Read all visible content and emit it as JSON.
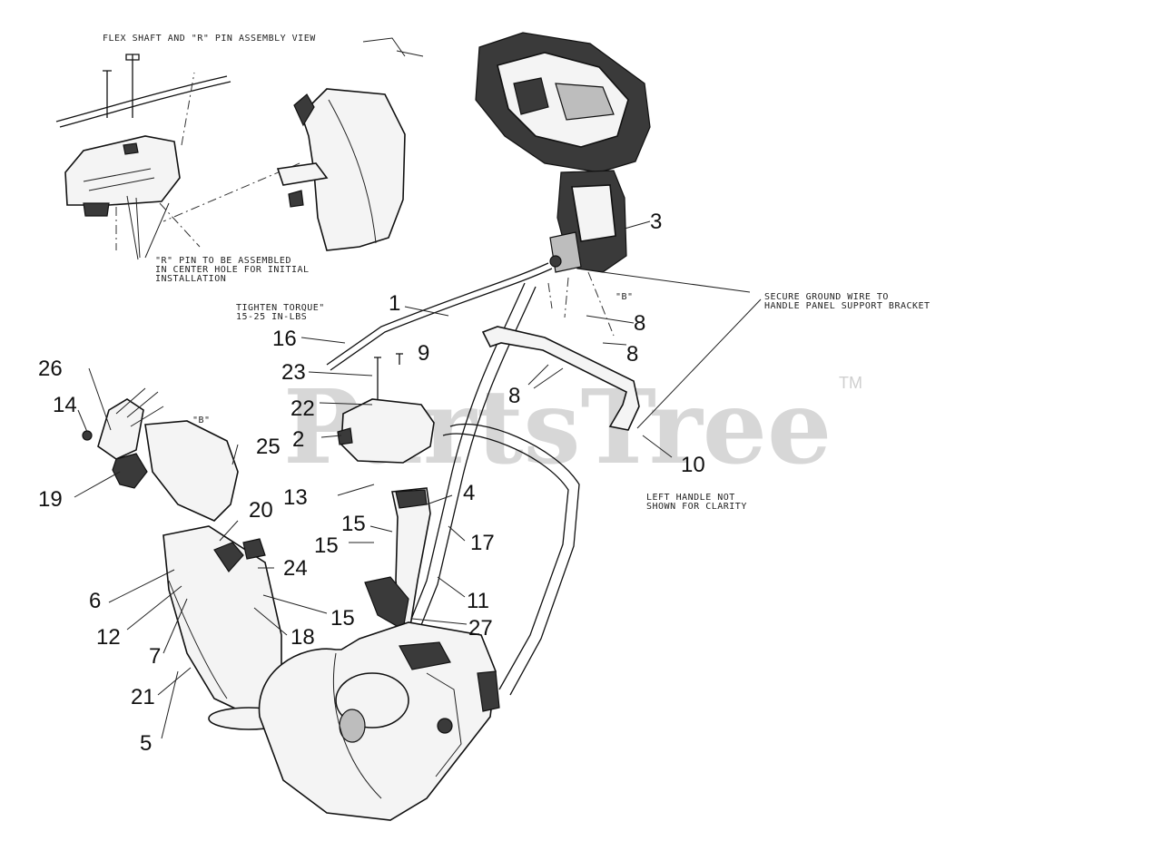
{
  "watermark": {
    "text": "PartsTree",
    "trademark": "TM"
  },
  "notes": {
    "flex_shaft_title": "FLEX SHAFT AND \"R\" PIN ASSEMBLY VIEW",
    "r_pin_line1": "\"R\" PIN TO BE ASSEMBLED",
    "r_pin_line2": "IN CENTER HOLE FOR INITIAL",
    "r_pin_line3": "INSTALLATION",
    "torque_line1": "TIGHTEN TORQUE\"",
    "torque_line2": "15-25 IN-LBS",
    "ground_line1": "SECURE GROUND WIRE TO",
    "ground_line2": "HANDLE PANEL SUPPORT BRACKET",
    "left_handle_line1": "LEFT HANDLE NOT",
    "left_handle_line2": "SHOWN FOR CLARITY",
    "ref_b_upper": "\"B\"",
    "ref_b_lower": "\"B\""
  },
  "callouts": {
    "c1": "1",
    "c2": "2",
    "c3": "3",
    "c4": "4",
    "c5": "5",
    "c6": "6",
    "c7": "7",
    "c8a": "8",
    "c8b": "8",
    "c8c": "8",
    "c9": "9",
    "c10": "10",
    "c11": "11",
    "c12": "12",
    "c13": "13",
    "c14": "14",
    "c15a": "15",
    "c15b": "15",
    "c15c": "15",
    "c16": "16",
    "c17": "17",
    "c18": "18",
    "c19": "19",
    "c20": "20",
    "c21": "21",
    "c22": "22",
    "c23": "23",
    "c24": "24",
    "c25": "25",
    "c26": "26",
    "c27": "27"
  }
}
